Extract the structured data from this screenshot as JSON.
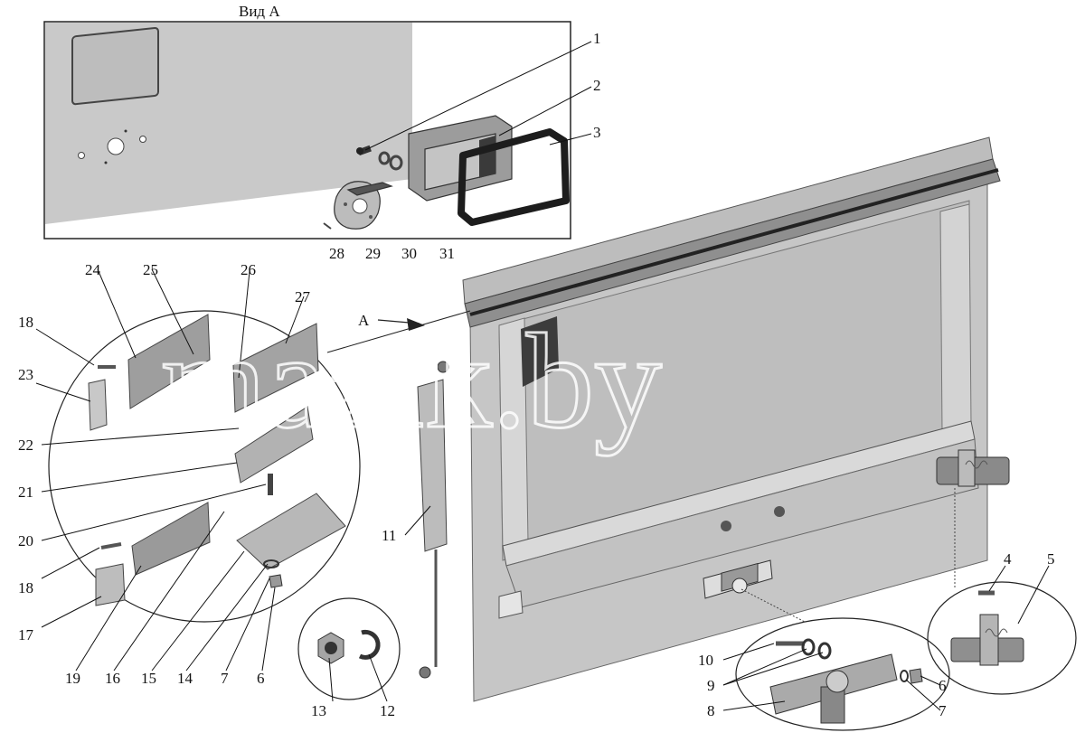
{
  "view_label": "Вид А",
  "arrow_label": "А",
  "watermark": "mazik.by",
  "callouts": [
    "1",
    "2",
    "3",
    "4",
    "5",
    "6",
    "6",
    "7",
    "7",
    "8",
    "9",
    "10",
    "11",
    "12",
    "13",
    "14",
    "15",
    "16",
    "17",
    "18",
    "18",
    "19",
    "20",
    "21",
    "22",
    "23",
    "24",
    "25",
    "26",
    "27",
    "28",
    "29",
    "30",
    "31"
  ],
  "colors": {
    "panel": "#c8c8c8",
    "panel_dark": "#a9a9a9",
    "metal": "#bdbdbd",
    "seal": "#2a2a2a",
    "watermark": "#ffffff"
  }
}
